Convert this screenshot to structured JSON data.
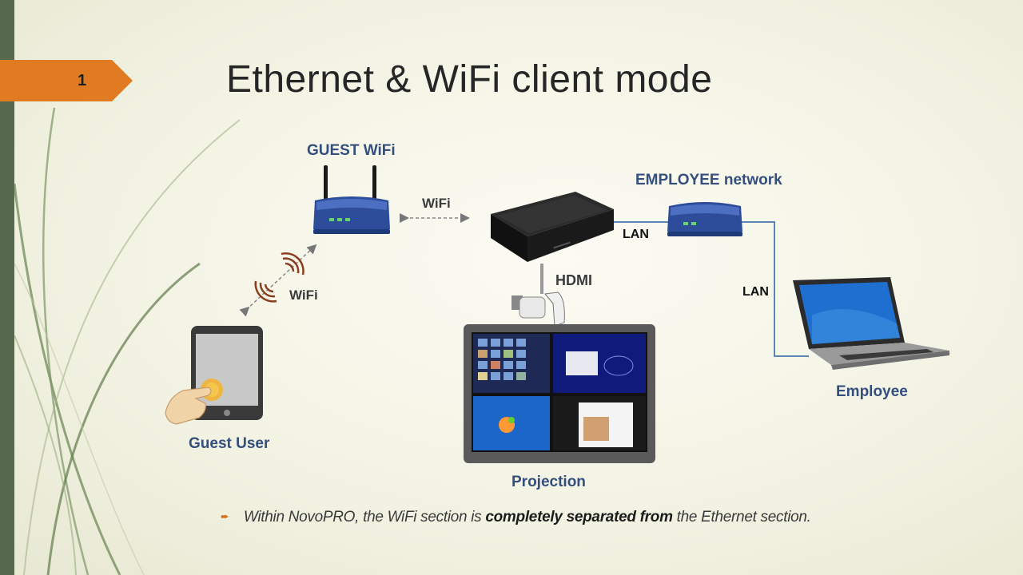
{
  "slide": {
    "number": "1",
    "title": "Ethernet & WiFi client mode"
  },
  "nodes": {
    "guest_router_label": "GUEST WiFi",
    "employee_router_label": "EMPLOYEE network",
    "guest_user_label": "Guest User",
    "projection_label": "Projection",
    "employee_label": "Employee"
  },
  "links": {
    "wifi_router_box": "WiFi",
    "wifi_tablet_router": "WiFi",
    "hdmi": "HDMI",
    "lan_box_router": "LAN",
    "lan_router_laptop": "LAN"
  },
  "footnote": {
    "part1": "Within NovoPRO, the WiFi section is ",
    "bold": "completely separated from",
    "part2": " the Ethernet section."
  },
  "colors": {
    "accent": "#e07b22",
    "label_blue": "#344e7d",
    "lan_line": "#5b87b5"
  }
}
